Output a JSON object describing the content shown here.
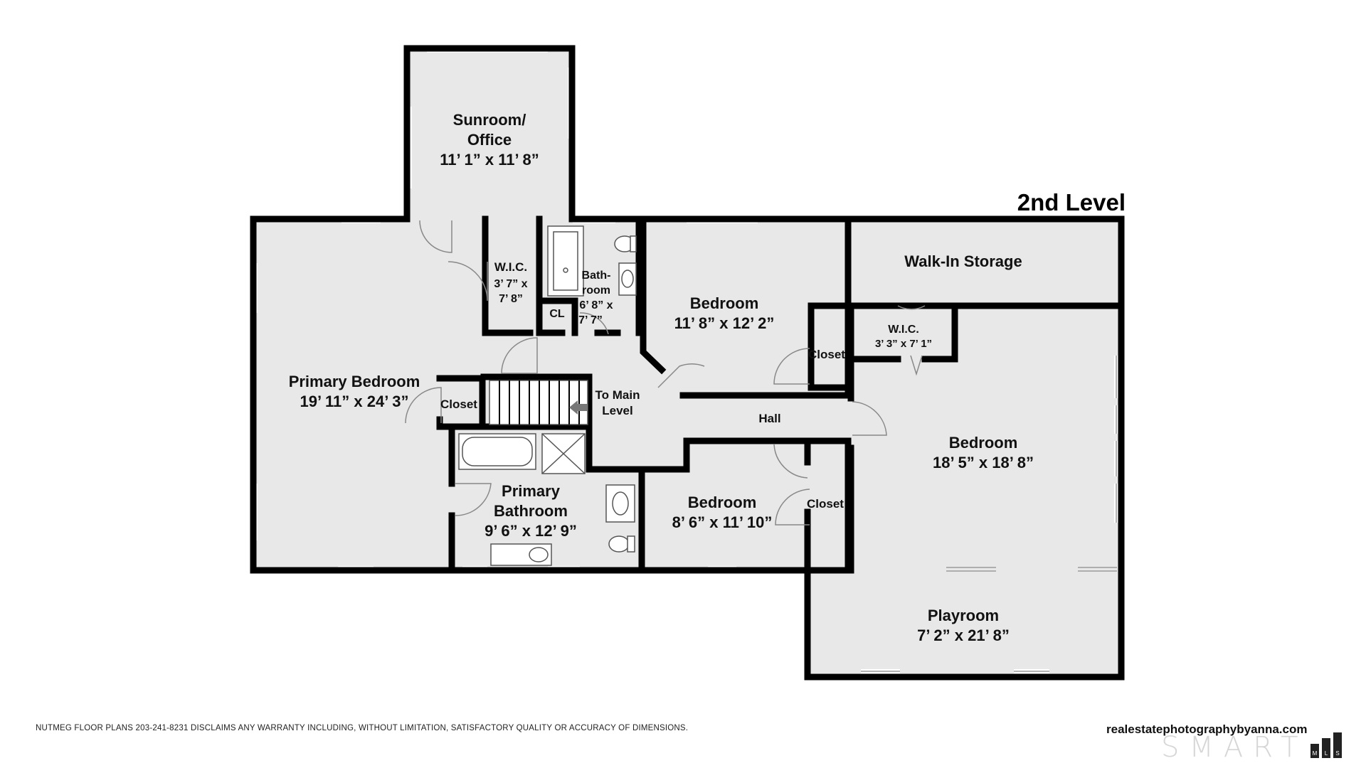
{
  "level_title": "2nd Level",
  "rooms": {
    "sunroom": {
      "name_line1": "Sunroom/",
      "name_line2": "Office",
      "dims": "11’ 1” x 11’ 8”"
    },
    "primary_bedroom": {
      "name": "Primary Bedroom",
      "dims": "19’ 11” x 24’ 3”"
    },
    "wic_primary": {
      "name": "W.I.C.",
      "dims_line1": "3’ 7” x",
      "dims_line2": "7’ 8”"
    },
    "bathroom": {
      "name_line1": "Bath-",
      "name_line2": "room",
      "dims_line1": "6’ 8” x",
      "dims_line2": "7’ 7”"
    },
    "cl": {
      "name": "CL"
    },
    "bedroom_1": {
      "name": "Bedroom",
      "dims": "11’ 8” x 12’ 2”"
    },
    "walk_in_storage": {
      "name": "Walk-In Storage"
    },
    "wic_2": {
      "name": "W.I.C.",
      "dims": "3’ 3” x 7’ 1”"
    },
    "closet_bedroom_1": {
      "name": "Closet"
    },
    "closet_primary": {
      "name": "Closet"
    },
    "stairs": {
      "line1": "To Main",
      "line2": "Level"
    },
    "hall": {
      "name": "Hall"
    },
    "bedroom_large": {
      "name": "Bedroom",
      "dims": "18’ 5” x 18’ 8”"
    },
    "primary_bathroom": {
      "name_line1": "Primary",
      "name_line2": "Bathroom",
      "dims": "9’ 6” x 12’ 9”"
    },
    "bedroom_2": {
      "name": "Bedroom",
      "dims": "8’ 6” x 11’ 10”"
    },
    "closet_bedroom_2": {
      "name": "Closet"
    },
    "playroom": {
      "name": "Playroom",
      "dims": "7’ 2” x 21’ 8”"
    }
  },
  "footer": {
    "disclaimer": "NUTMEG FLOOR PLANS 203-241-8231 DISCLAIMS ANY WARRANTY INCLUDING, WITHOUT LIMITATION, SATISFACTORY QUALITY OR ACCURACY OF DIMENSIONS.",
    "website": "realestatephotographybyanna.com",
    "logo_text": "SMART",
    "logo_letters": [
      "M",
      "L",
      "S"
    ]
  }
}
